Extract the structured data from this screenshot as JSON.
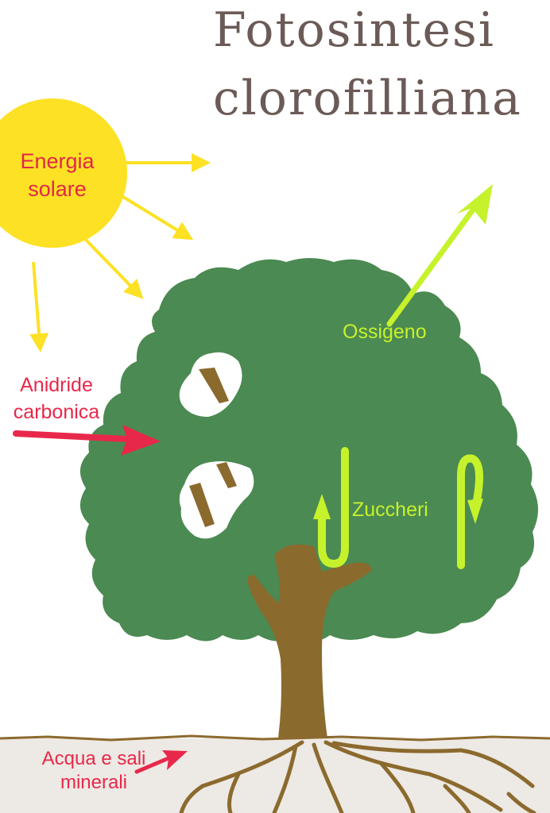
{
  "title": {
    "line1": "Fotosintesi",
    "line2": "clorofilliana"
  },
  "labels": {
    "sun": "Energia solare",
    "co2": "Anidride carbonica",
    "oxygen": "Ossigeno",
    "sugars": "Zuccheri",
    "water": "Acqua e sali minerali"
  },
  "colors": {
    "sun": "#fde124",
    "sun_rays": "#fde124",
    "foliage": "#4b8a52",
    "trunk": "#8b6a2e",
    "soil": "#ede9e4",
    "red_labels": "#e8284a",
    "green_labels": "#c6f22c",
    "title": "#6b5a56"
  }
}
